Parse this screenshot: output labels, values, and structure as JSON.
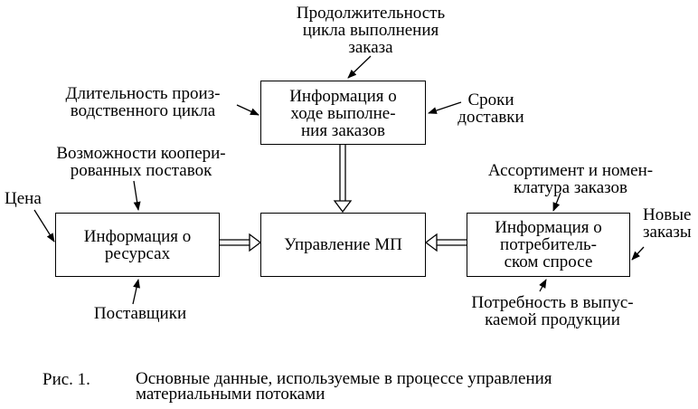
{
  "boxes": {
    "order_info": "Информация о\nходе выполне-\nния заказов",
    "mp_control": "Управление МП",
    "resources_info": "Информация о\nресурсах",
    "demand_info": "Информация о\nпотребитель-\nском спросе"
  },
  "labels": {
    "cycle_duration": "Продолжительность\nцикла выполнения\nзаказа",
    "production_cycle": "Длительность произ-\nводственного цикла",
    "delivery_terms": "Сроки\nдоставки",
    "cooperative_supply": "Возможности коопери-\nрованных поставок",
    "price": "Цена",
    "suppliers": "Поставщики",
    "assortment": "Ассортимент и номен-\nклатура заказов",
    "new_orders": "Новые\nзаказы",
    "product_need": "Потребность в выпус-\nкаемой продукции"
  },
  "caption": {
    "number": "Рис. 1.",
    "text": "Основные данные, используемые в процессе управления\nматериальными потоками"
  },
  "colors": {
    "ink": "#000000",
    "background": "#ffffff"
  }
}
